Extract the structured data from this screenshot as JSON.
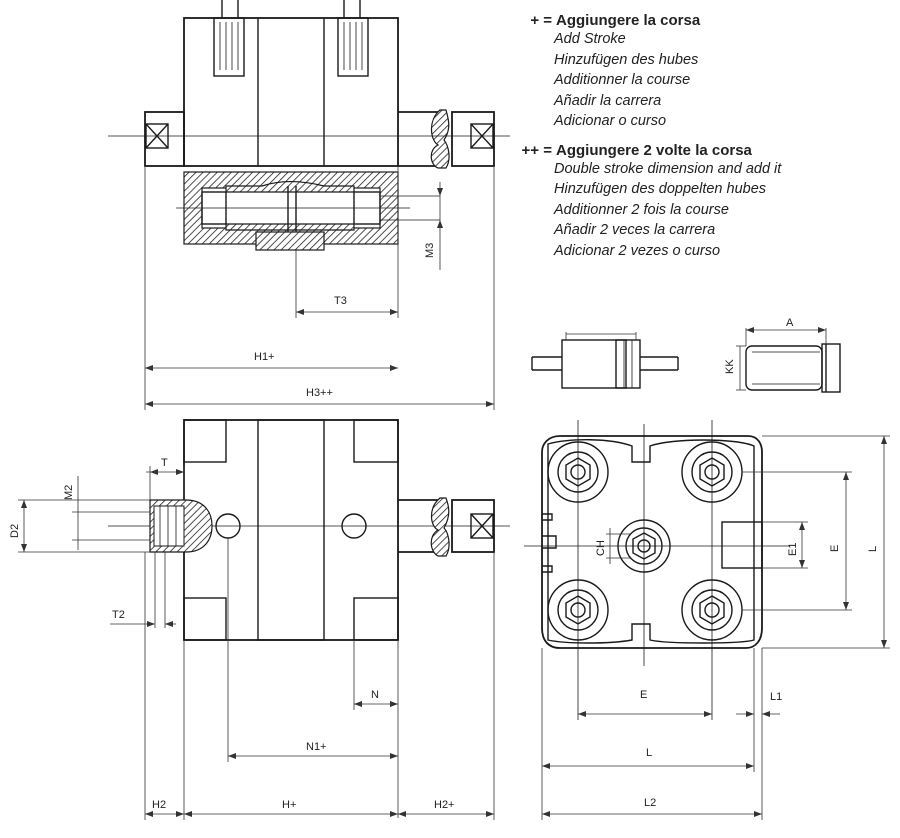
{
  "legend": {
    "plus": {
      "symbol": "+ =",
      "main": "Aggiungere la corsa",
      "translations": [
        "Add Stroke",
        "Hinzufügen des hubes",
        "Additionner la course",
        "Añadir la carrera",
        "Adicionar o curso"
      ]
    },
    "plusplus": {
      "symbol": "++ =",
      "main": "Aggiungere 2 volte la corsa",
      "translations": [
        "Double stroke dimension and add it",
        "Hinzufügen des doppelten hubes",
        "Additionner 2 fois la course",
        "Añadir 2 veces la carrera",
        "Adicionar 2 vezes o curso"
      ]
    }
  },
  "dimensions": {
    "M3": "M3",
    "T3": "T3",
    "H1": "H1+",
    "H3": "H3++",
    "A": "A",
    "KK": "KK",
    "M2": "M2",
    "D2": "D2",
    "T": "T",
    "T2": "T2",
    "N": "N",
    "N1": "N1+",
    "H2": "H2",
    "H": "H+",
    "H2p": "H2+",
    "CH": "CH",
    "E1": "E1",
    "E_v": "E",
    "L_v": "L",
    "E_h": "E",
    "L1": "L1",
    "L_h": "L",
    "L2": "L2"
  }
}
